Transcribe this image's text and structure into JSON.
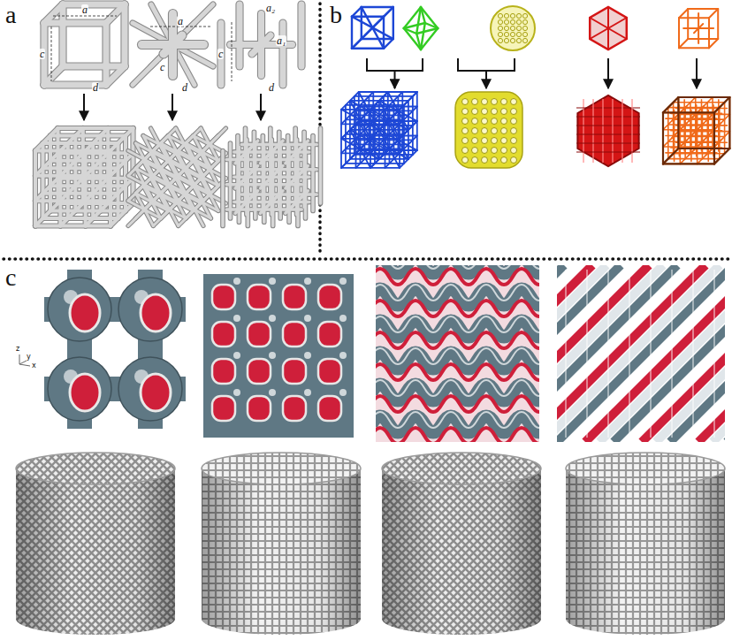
{
  "diagram": {
    "labels": [
      "a",
      "b",
      "c",
      "a",
      "c",
      "d",
      "a",
      "c",
      "d",
      "a₂",
      "a₁",
      "c",
      "d",
      "z",
      "y",
      "x"
    ]
  }
}
